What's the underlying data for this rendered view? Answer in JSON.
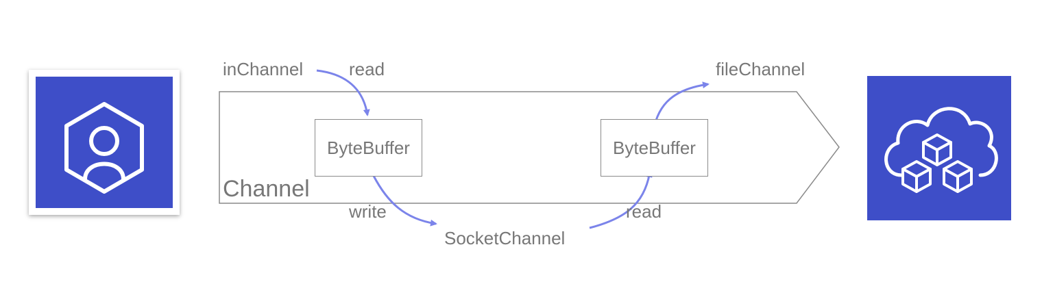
{
  "diagram": {
    "container_label": "Channel",
    "buffers": [
      {
        "label": "ByteBuffer"
      },
      {
        "label": "ByteBuffer"
      }
    ],
    "labels": {
      "in_channel": "inChannel",
      "read_top": "read",
      "write": "write",
      "socket_channel": "SocketChannel",
      "read_bottom": "read",
      "file_channel": "fileChannel"
    }
  },
  "icons": {
    "left": "user-hexagon-icon",
    "right": "cloud-blocks-icon"
  },
  "colors": {
    "tile": "#3e4ec8",
    "arrow": "#7b84ea",
    "outline": "#8a8a8a",
    "text": "#777777"
  }
}
